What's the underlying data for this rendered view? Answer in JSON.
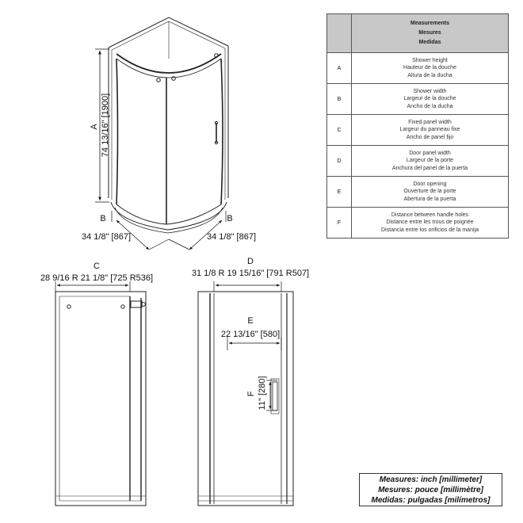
{
  "dimensions": {
    "A": {
      "letter": "A",
      "value": "74 13/16\" [1900]"
    },
    "B_left": {
      "letter": "B",
      "value": "34 1/8\" [867]"
    },
    "B_right": {
      "letter": "B",
      "value": "34 1/8\" [867]"
    },
    "C": {
      "letter": "C",
      "value": "28 9/16 R 21 1/8\" [725 R536]"
    },
    "D": {
      "letter": "D",
      "value": "31 1/8 R 19 15/16\" [791 R507]"
    },
    "E": {
      "letter": "E",
      "value": "22 13/16\" [580]"
    },
    "F": {
      "letter": "F",
      "value": "11\" [280]"
    }
  },
  "table": {
    "header": [
      "Measurements",
      "Mesures",
      "Medidas"
    ],
    "rows": [
      {
        "key": "A",
        "lines": [
          "Shower height",
          "Hauteur de la douche",
          "Altura de la ducha"
        ]
      },
      {
        "key": "B",
        "lines": [
          "Shower width",
          "Largeur de la douche",
          "Ancho de la ducha"
        ]
      },
      {
        "key": "C",
        "lines": [
          "Fixed panel width",
          "Largeur du panneau fixe",
          "Ancho de panel fijo"
        ]
      },
      {
        "key": "D",
        "lines": [
          "Door panel width",
          "Largeur de la porte",
          "Anchura del panel de la puerta"
        ]
      },
      {
        "key": "E",
        "lines": [
          "Door opening",
          "Ouverture de la porte",
          "Abertura de la puerta"
        ]
      },
      {
        "key": "F",
        "lines": [
          "Distance between handle holes",
          "Distance entre les trous de poignée",
          "Distancia entre los orificios de la manija"
        ]
      }
    ]
  },
  "units": [
    "Measures: inch [millimeter]",
    "Mesures: pouce [millimètre]",
    "Medidas: pulgadas [milímetros]"
  ]
}
